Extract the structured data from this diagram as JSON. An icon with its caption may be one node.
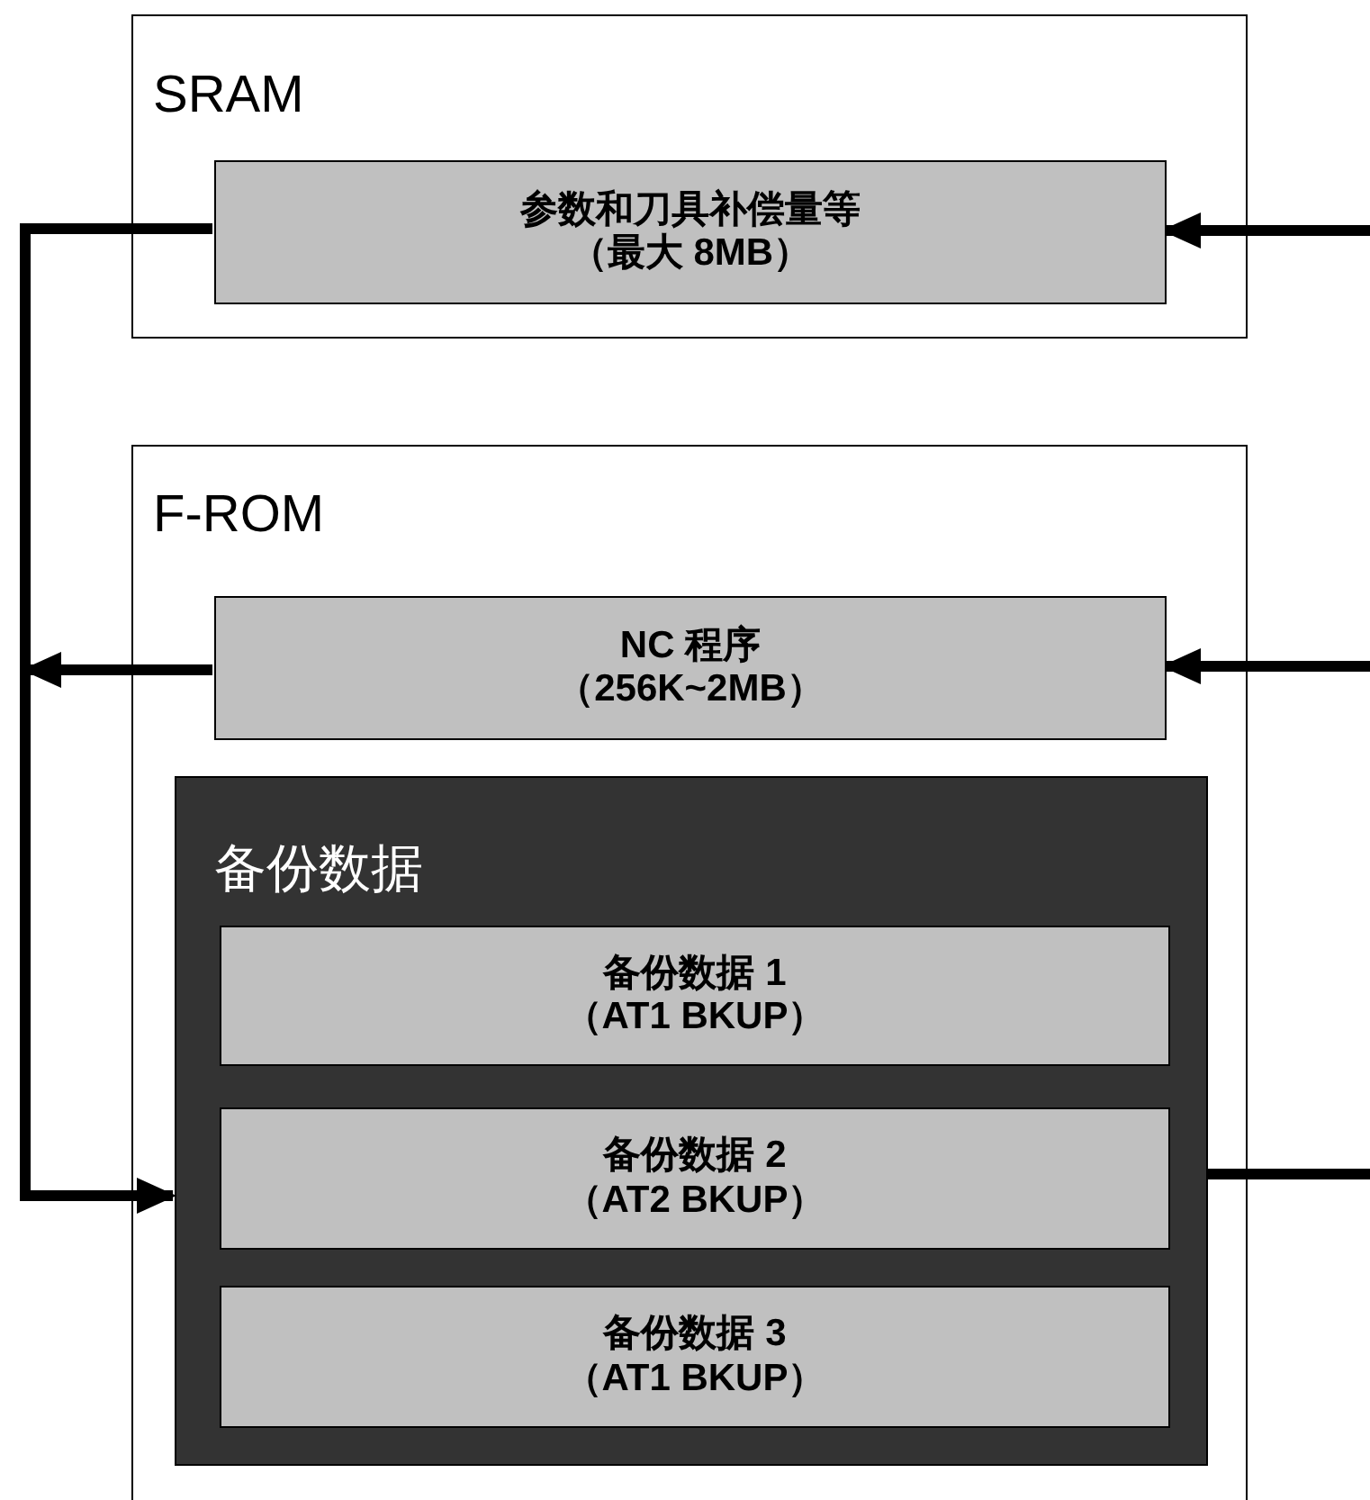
{
  "diagram": {
    "nodes": [
      {
        "text": [
          "SRAM"
        ]
      },
      {
        "text": [
          "参数和刀具补偿量等",
          "（最大 8MB）"
        ],
        "in": 0
      },
      {
        "text": [
          "F-ROM"
        ]
      },
      {
        "text": [
          "NC 程序",
          "（256K~2MB）"
        ],
        "in": 2
      },
      {
        "text": [
          "备份数据"
        ],
        "in": 2
      },
      {
        "text": [
          "备份数据 1",
          "（AT1 BKUP）"
        ],
        "in": 4
      },
      {
        "text": [
          "备份数据 2",
          "（AT2 BKUP）"
        ],
        "in": 4
      },
      {
        "text": [
          "备份数据 3",
          "（AT1 BKUP）"
        ],
        "in": 4
      }
    ],
    "edges": [
      {
        "from": null,
        "to": 1,
        "arrow": "to"
      },
      {
        "from": null,
        "to": 3,
        "arrow": "to"
      },
      {
        "from": 1,
        "to": 4,
        "arrow": "to"
      },
      {
        "from": 3,
        "to": null,
        "arrow": "to"
      },
      {
        "from": 4,
        "to": null,
        "arrow": "none"
      }
    ]
  }
}
